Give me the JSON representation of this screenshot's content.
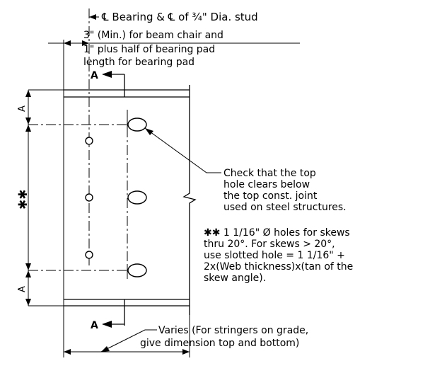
{
  "notes": {
    "bearing_title": "℄ Bearing & ℄ of ¾\" Dia. stud",
    "min_line1": "3\" (Min.) for beam chair and",
    "min_line2": "1\" plus half of bearing pad",
    "min_line3": "length for bearing pad",
    "check_line1": "Check that the top",
    "check_line2": "hole clears below",
    "check_line3": "the top const. joint",
    "check_line4": "used on steel structures.",
    "hole_line1": "✱✱ 1 1/16\" Ø holes for skews",
    "hole_line2": "thru 20°.  For skews > 20°,",
    "hole_line3": "use slotted hole = 1 1/16\" +",
    "hole_line4": "2x(Web thickness)x(tan of the",
    "hole_line5": "skew angle).",
    "varies_line1": "Varies (For stringers on grade,",
    "varies_line2": "give dimension top and bottom)"
  },
  "labels": {
    "section_top": "A",
    "section_bottom": "A",
    "dim_a_top": "A",
    "dim_a_bottom": "A",
    "dim_mid": "✱✱"
  }
}
